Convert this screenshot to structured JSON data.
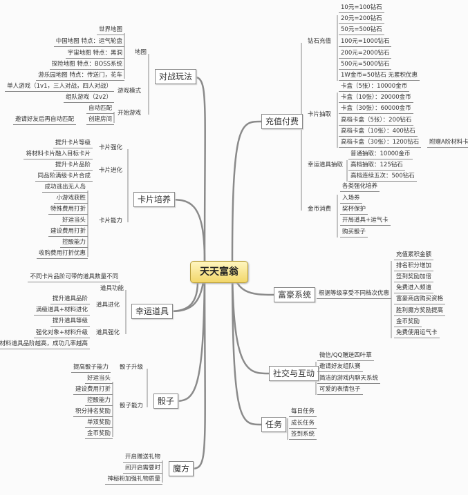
{
  "center": "天天富翁",
  "battle": {
    "title": "对战玩法",
    "map": {
      "label": "地图",
      "items": [
        "世界地图",
        "中国地图  特点：运气轮盘",
        "宇宙地图  特点：黑洞",
        "探险地图  特点：BOSS系统",
        "游乐园地图  特点：传送门，花车"
      ]
    },
    "mode": {
      "label": "游戏模式",
      "items": [
        "单人游戏（1v1，三人对战，四人对战）",
        "组队游戏（2v2）"
      ]
    },
    "start": {
      "label": "开始游戏",
      "items": [
        "自动匹配",
        "创建房间"
      ],
      "room_detail": "邀请好友后再自动匹配"
    }
  },
  "card": {
    "title": "卡片培养",
    "strengthen": {
      "label": "卡片强化",
      "items": [
        "提升卡片等级",
        "将材料卡片融入目标卡片"
      ]
    },
    "evolve": {
      "label": "卡片进化",
      "items": [
        "提升卡片品阶",
        "同品阶满级卡片合成"
      ]
    },
    "ability": {
      "label": "卡片能力",
      "items": [
        "成功逃出无人岛",
        "小游戏获胜",
        "特殊费用打折",
        "好运当头",
        "建设费用打折",
        "控骰能力",
        "收购费用打折优惠"
      ]
    }
  },
  "lucky": {
    "title": "幸运道具",
    "func": {
      "label": "道具功能",
      "items": [
        "不同卡片品阶可带的道具数量不同"
      ]
    },
    "evolve": {
      "label": "道具进化",
      "items": [
        "提升道具品阶",
        "满级道具+材料进化"
      ]
    },
    "strengthen": {
      "label": "道具强化",
      "items": [
        "提升道具等级",
        "强化对象+材料升级",
        "材料道具品阶越高，成功几率越高"
      ]
    }
  },
  "dice": {
    "title": "骰子",
    "upgrade": {
      "label": "骰子升级",
      "items": [
        "提高骰子能力"
      ]
    },
    "ability": {
      "label": "骰子能力",
      "items": [
        "好运当头",
        "建设费用打折",
        "控骰能力",
        "积分排名奖励",
        "单双奖励",
        "金币奖励"
      ]
    }
  },
  "magic": {
    "title": "魔方",
    "items": [
      "开启赠送礼物",
      "间开启需要时",
      "神秘粉加强礼物质量"
    ]
  },
  "pay": {
    "title": "充值付费",
    "diamond": {
      "label": "钻石充值",
      "items": [
        "10元=100钻石",
        "20元=200钻石",
        "50元=500钻石",
        "100元=1000钻石",
        "200元=2000钻石",
        "500元=5000钻石",
        "1W金币=50钻石  无累积优惠"
      ]
    },
    "draw": {
      "label": "卡片抽取",
      "items": [
        "卡盒（5张）：10000金币",
        "卡盒（10张）：20000金币",
        "卡盒（30张）：60000金币",
        "高档卡盒（5张）：200钻石",
        "高档卡盒（10张）：400钻石",
        "高档卡盒（30张）：1200钻石"
      ],
      "bonus": "附赠A阶材料卡"
    },
    "itemdraw": {
      "label": "幸运道具抽取",
      "items": [
        "普通抽取：10000金币",
        "高档抽取：125钻石",
        "高档连续五次：500钻石"
      ]
    },
    "gold": {
      "label": "金币消费",
      "items": [
        "各类强化培养",
        "入场券",
        "奖杯保护",
        "开局道具+运气卡",
        "购买骰子"
      ]
    }
  },
  "rich": {
    "title": "富豪系统",
    "label": "根据等级享受不同档次优惠",
    "items": [
      "充值累积金额",
      "排名积分增加",
      "签到奖励加倍",
      "免费进入频道",
      "富豪商店购买资格",
      "胜利魔方奖励提高",
      "金币奖励",
      "免费使用运气卡"
    ]
  },
  "social": {
    "title": "社交与互动",
    "items": [
      "微信/QQ赠送四叶草",
      "邀请好友组队赛",
      "简洁的游戏内聊天系统",
      "可爱的表情包子"
    ]
  },
  "task": {
    "title": "任务",
    "items": [
      "每日任务",
      "成长任务",
      "签到系统"
    ]
  },
  "colors": {
    "center_fill": "#f2d669",
    "line": "#8a8a8a",
    "background": "#fbfbfb"
  }
}
